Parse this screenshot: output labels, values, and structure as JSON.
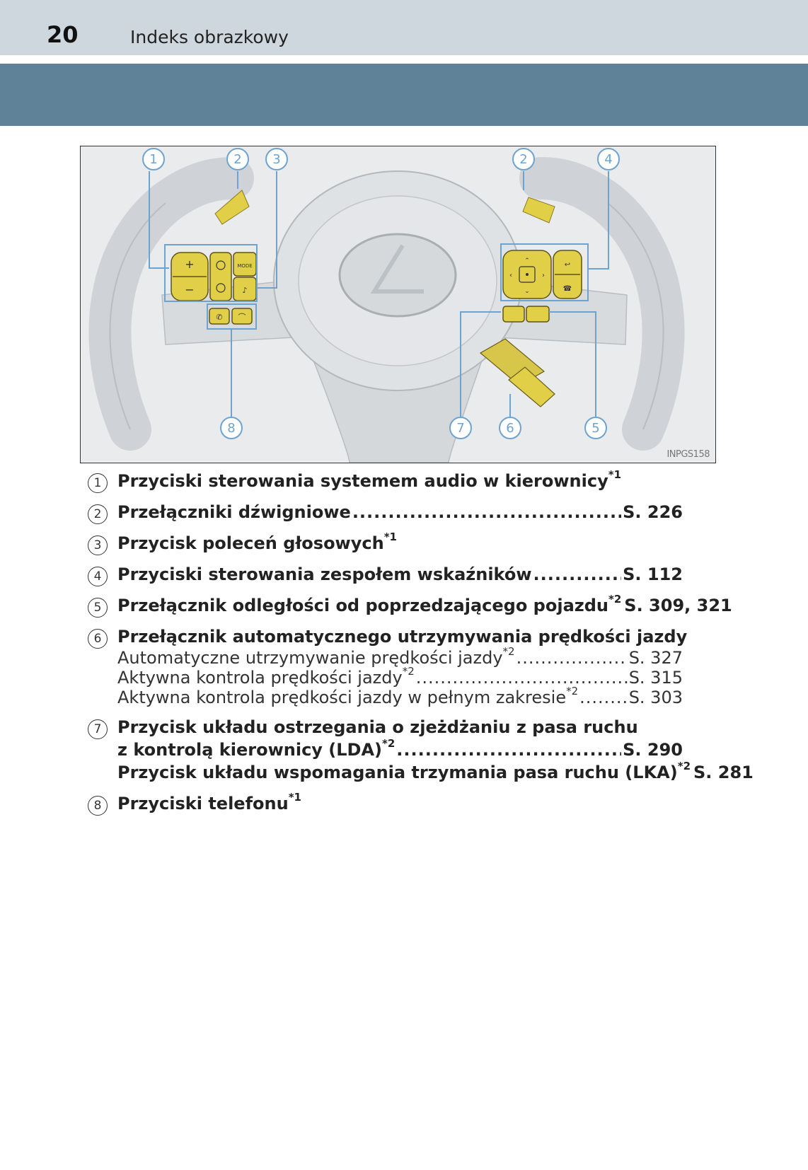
{
  "header": {
    "page_number": "20",
    "section": "Indeks obrazkowy"
  },
  "figure": {
    "code": "INPGS158",
    "callouts": [
      "1",
      "2",
      "3",
      "2",
      "4",
      "8",
      "7",
      "6",
      "5"
    ],
    "button_marks": [
      "+",
      "−",
      "MODE"
    ]
  },
  "legend": {
    "items": [
      {
        "num": "1",
        "lines": [
          {
            "text": "Przyciski sterowania systemem audio w kierownicy",
            "note": "*1",
            "ref": ""
          }
        ]
      },
      {
        "num": "2",
        "lines": [
          {
            "text": "Przełączniki dźwigniowe",
            "note": "",
            "ref": "S. 226"
          }
        ]
      },
      {
        "num": "3",
        "lines": [
          {
            "text": "Przycisk poleceń głosowych",
            "note": "*1",
            "ref": ""
          }
        ]
      },
      {
        "num": "4",
        "lines": [
          {
            "text": "Przyciski sterowania zespołem wskaźników",
            "note": "",
            "ref": "S. 112"
          }
        ]
      },
      {
        "num": "5",
        "lines": [
          {
            "text": "Przełącznik odległości od poprzedzającego pojazdu",
            "note": "*2",
            "ref": "S. 309, 321"
          }
        ]
      },
      {
        "num": "6",
        "lines": [
          {
            "text": "Przełącznik automatycznego utrzymywania prędkości jazdy",
            "note": "",
            "ref": ""
          },
          {
            "text": "Automatyczne utrzymywanie prędkości jazdy",
            "note": "*2",
            "ref": "S. 327"
          },
          {
            "text": "Aktywna kontrola prędkości jazdy",
            "note": "*2",
            "ref": "S. 315"
          },
          {
            "text": "Aktywna kontrola prędkości jazdy w pełnym zakresie",
            "note": "*2",
            "ref": "S. 303"
          }
        ]
      },
      {
        "num": "7",
        "lines": [
          {
            "text": "Przycisk układu ostrzegania o zjeżdżaniu z pasa ruchu",
            "note": "",
            "ref": ""
          },
          {
            "text": "z kontrolą kierownicy (LDA)",
            "note": "*2",
            "ref": "S. 290"
          },
          {
            "text": "Przycisk układu wspomagania trzymania pasa ruchu (LKA)",
            "note": "*2",
            "ref": "S. 281"
          }
        ]
      },
      {
        "num": "8",
        "lines": [
          {
            "text": "Przyciski telefonu",
            "note": "*1",
            "ref": ""
          }
        ]
      }
    ]
  },
  "colors": {
    "header_bg": "#cfd7de",
    "band_bg": "#5f8299",
    "button_yellow": "#e2cf48",
    "callout_line": "#6ea3cf"
  }
}
